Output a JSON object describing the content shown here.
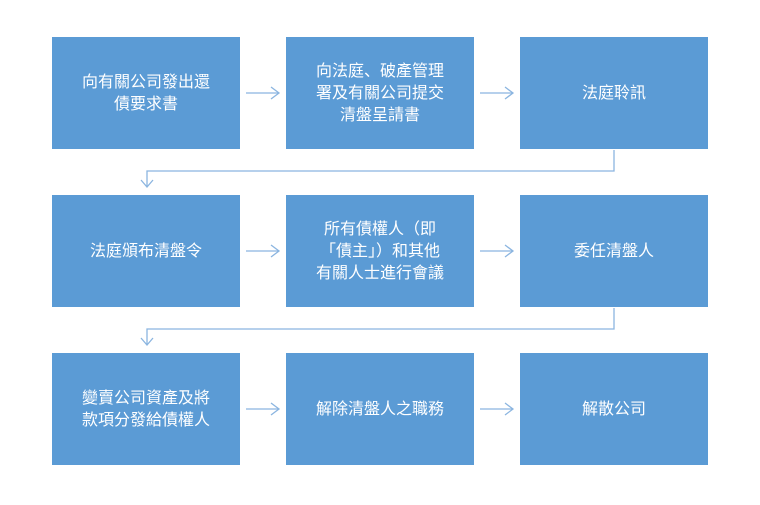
{
  "steps": [
    {
      "id": "s1",
      "label": "向有關公司發出還\n債要求書"
    },
    {
      "id": "s2",
      "label": "向法庭、破產管理\n署及有關公司提交\n清盤呈請書"
    },
    {
      "id": "s3",
      "label": "法庭聆訊"
    },
    {
      "id": "s4",
      "label": "法庭頒布清盤令"
    },
    {
      "id": "s5",
      "label": "所有債權人（即\n「債主」）和其他\n有關人士進行會議"
    },
    {
      "id": "s6",
      "label": "委任清盤人"
    },
    {
      "id": "s7",
      "label": "變賣公司資產及將\n款項分發給債權人"
    },
    {
      "id": "s8",
      "label": "解除清盤人之職務"
    },
    {
      "id": "s9",
      "label": "解散公司"
    }
  ],
  "colors": {
    "box_fill": "#5B9BD5",
    "box_text": "#FFFFFF",
    "connector": "#8BB5E0"
  }
}
